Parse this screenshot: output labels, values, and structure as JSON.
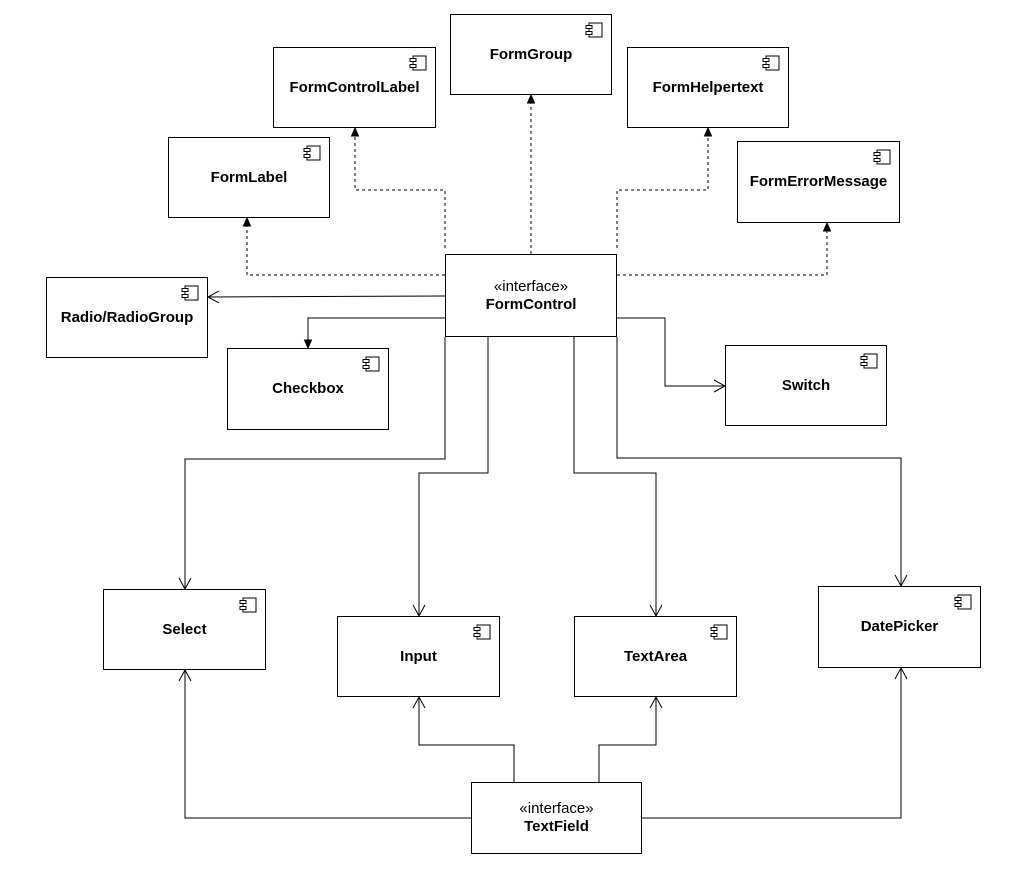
{
  "diagram": {
    "nodes": [
      {
        "id": "formgroup",
        "name": "FormGroup",
        "stereotype": "",
        "component": true
      },
      {
        "id": "formcontrollabel",
        "name": "FormControlLabel",
        "stereotype": "",
        "component": true
      },
      {
        "id": "formhelpertext",
        "name": "FormHelpertext",
        "stereotype": "",
        "component": true
      },
      {
        "id": "formlabel",
        "name": "FormLabel",
        "stereotype": "",
        "component": true
      },
      {
        "id": "formerrormessage",
        "name": "FormErrorMessage",
        "stereotype": "",
        "component": true
      },
      {
        "id": "radio",
        "name": "Radio/RadioGroup",
        "stereotype": "",
        "component": true
      },
      {
        "id": "formcontrol",
        "name": "FormControl",
        "stereotype": "«interface»",
        "component": false
      },
      {
        "id": "checkbox",
        "name": "Checkbox",
        "stereotype": "",
        "component": true
      },
      {
        "id": "switch",
        "name": "Switch",
        "stereotype": "",
        "component": true
      },
      {
        "id": "select",
        "name": "Select",
        "stereotype": "",
        "component": true
      },
      {
        "id": "input",
        "name": "Input",
        "stereotype": "",
        "component": true
      },
      {
        "id": "textarea",
        "name": "TextArea",
        "stereotype": "",
        "component": true
      },
      {
        "id": "datepicker",
        "name": "DatePicker",
        "stereotype": "",
        "component": true
      },
      {
        "id": "textfield",
        "name": "TextField",
        "stereotype": "«interface»",
        "component": false
      }
    ],
    "edges": [
      {
        "from": "formcontrol",
        "to": "formgroup",
        "style": "dashed",
        "arrow": "filled"
      },
      {
        "from": "formcontrol",
        "to": "formcontrollabel",
        "style": "dashed",
        "arrow": "filled"
      },
      {
        "from": "formcontrol",
        "to": "formhelpertext",
        "style": "dashed",
        "arrow": "filled"
      },
      {
        "from": "formcontrol",
        "to": "formlabel",
        "style": "dashed",
        "arrow": "filled"
      },
      {
        "from": "formcontrol",
        "to": "formerrormessage",
        "style": "dashed",
        "arrow": "filled"
      },
      {
        "from": "formcontrol",
        "to": "radio",
        "style": "solid",
        "arrow": "open"
      },
      {
        "from": "formcontrol",
        "to": "checkbox",
        "style": "solid",
        "arrow": "filled"
      },
      {
        "from": "formcontrol",
        "to": "switch",
        "style": "solid",
        "arrow": "open"
      },
      {
        "from": "formcontrol",
        "to": "select",
        "style": "solid",
        "arrow": "open"
      },
      {
        "from": "formcontrol",
        "to": "input",
        "style": "solid",
        "arrow": "open"
      },
      {
        "from": "formcontrol",
        "to": "textarea",
        "style": "solid",
        "arrow": "open"
      },
      {
        "from": "formcontrol",
        "to": "datepicker",
        "style": "solid",
        "arrow": "open"
      },
      {
        "from": "textfield",
        "to": "select",
        "style": "solid",
        "arrow": "open"
      },
      {
        "from": "textfield",
        "to": "input",
        "style": "solid",
        "arrow": "open"
      },
      {
        "from": "textfield",
        "to": "textarea",
        "style": "solid",
        "arrow": "open"
      },
      {
        "from": "textfield",
        "to": "datepicker",
        "style": "solid",
        "arrow": "open"
      }
    ],
    "colors": {
      "line": "#000000",
      "box_border": "#000000",
      "background": "#ffffff"
    }
  }
}
